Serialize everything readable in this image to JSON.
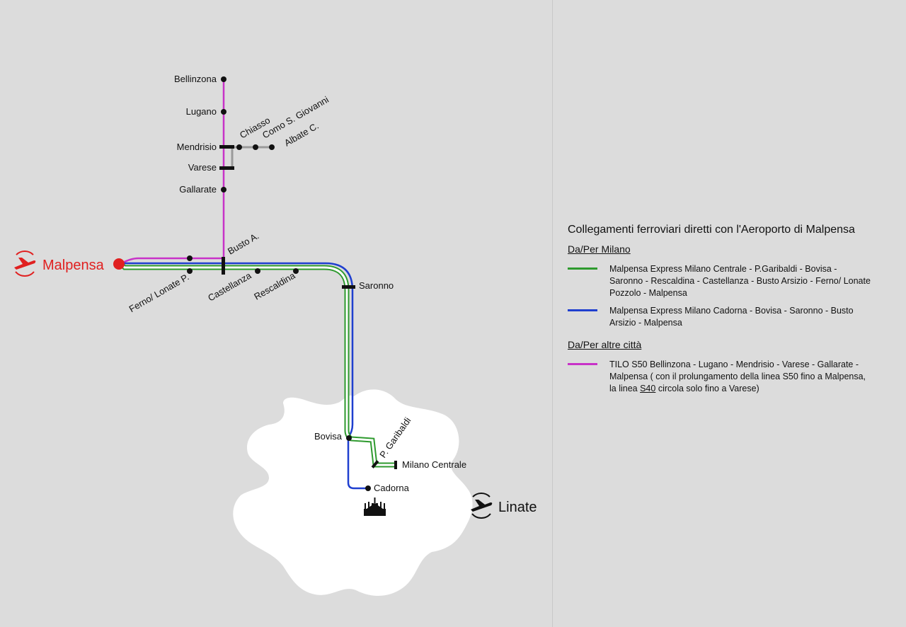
{
  "legend": {
    "title": "Collegamenti ferroviari diretti con l'Aeroporto di Malpensa",
    "sections": [
      {
        "heading": "Da/Per Milano",
        "items": [
          {
            "color": "#2e9a2e",
            "text": "Malpensa Express Milano Centrale - P.Garibaldi - Bovisa - Saronno - Rescaldina - Castellanza - Busto Arsizio - Ferno/ Lonate Pozzolo - Malpensa"
          },
          {
            "color": "#1f3fcf",
            "text": "Malpensa Express Milano Cadorna - Bovisa - Saronno - Busto Arsizio - Malpensa"
          }
        ]
      },
      {
        "heading": "Da/Per altre città",
        "items": [
          {
            "color": "#c832c8",
            "text_before": "TILO S50 Bellinzona - Lugano - Mendrisio - Varese - Gallarate - Malpensa  ( con il prolungamento della linea S50 fino a Malpensa, la linea ",
            "text_highlight": "S40",
            "text_after": " circola solo fino a Varese)"
          }
        ]
      }
    ]
  },
  "airports": {
    "malpensa": {
      "label": "Malpensa",
      "color": "#e02020",
      "icon": "airplane-icon"
    },
    "linate": {
      "label": "Linate",
      "color": "#111111",
      "icon": "airplane-icon"
    }
  },
  "stations": {
    "bellinzona": "Bellinzona",
    "lugano": "Lugano",
    "mendrisio": "Mendrisio",
    "chiasso": "Chiasso",
    "como": "Como S. Giovanni",
    "albate": "Albate C.",
    "varese": "Varese",
    "gallarate": "Gallarate",
    "busto": "Busto A.",
    "ferno": "Ferno/ Lonate P.",
    "castellanza": "Castellanza",
    "rescaldina": "Rescaldina",
    "saronno": "Saronno",
    "bovisa": "Bovisa",
    "garibaldi": "P. Garibaldi",
    "centrale": "Milano Centrale",
    "cadorna": "Cadorna"
  },
  "line_colors": {
    "green": "#2e9a2e",
    "blue": "#1f3fcf",
    "magenta": "#c832c8",
    "grey": "#9a9a9a",
    "city_area": "#ffffff",
    "background": "#dcdcdc"
  },
  "icons": {
    "duomo": "cathedral-icon"
  }
}
